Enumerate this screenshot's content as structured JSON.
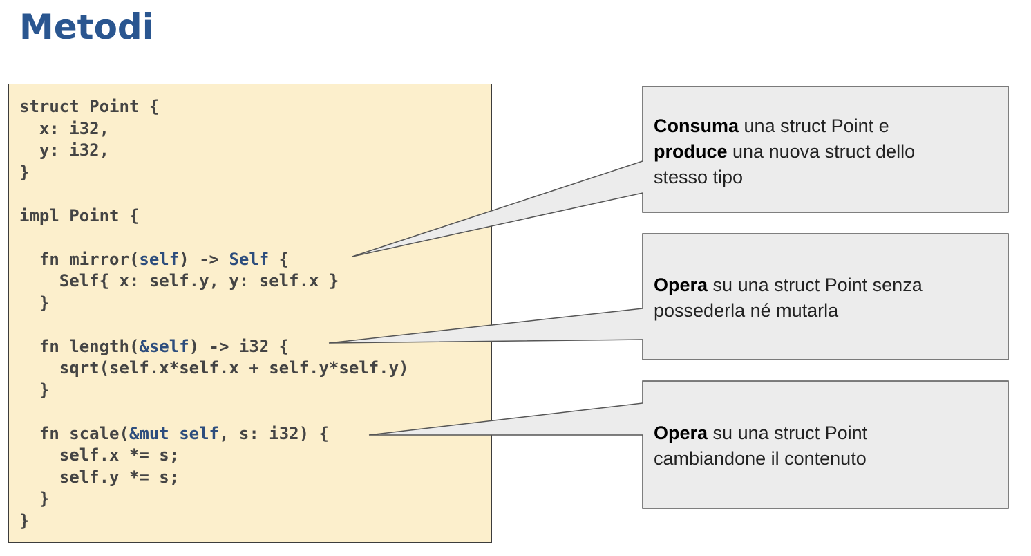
{
  "slide": {
    "title": "Metodi"
  },
  "code": {
    "lines": [
      [
        {
          "t": "struct Point {"
        }
      ],
      [
        {
          "t": "  x: i32,"
        }
      ],
      [
        {
          "t": "  y: i32,"
        }
      ],
      [
        {
          "t": "}"
        }
      ],
      [
        {
          "t": ""
        }
      ],
      [
        {
          "t": "impl Point {"
        }
      ],
      [
        {
          "t": ""
        }
      ],
      [
        {
          "t": "  fn mirror("
        },
        {
          "t": "self",
          "kw": true
        },
        {
          "t": ") -> "
        },
        {
          "t": "Self",
          "kw": true
        },
        {
          "t": " {"
        }
      ],
      [
        {
          "t": "    Self{ x: self.y, y: self.x }"
        }
      ],
      [
        {
          "t": "  }"
        }
      ],
      [
        {
          "t": ""
        }
      ],
      [
        {
          "t": "  fn length("
        },
        {
          "t": "&self",
          "kw": true
        },
        {
          "t": ") -> i32 {"
        }
      ],
      [
        {
          "t": "    sqrt(self.x*self.x + self.y*self.y)"
        }
      ],
      [
        {
          "t": "  }"
        }
      ],
      [
        {
          "t": ""
        }
      ],
      [
        {
          "t": "  fn scale("
        },
        {
          "t": "&mut self",
          "kw": true
        },
        {
          "t": ", s: i32) {"
        }
      ],
      [
        {
          "t": "    self.x *= s;"
        }
      ],
      [
        {
          "t": "    self.y *= s;"
        }
      ],
      [
        {
          "t": "  }"
        }
      ],
      [
        {
          "t": "}"
        }
      ]
    ]
  },
  "callouts": [
    {
      "bold": "Consuma",
      "l1": " una struct Point e",
      "bold2": "produce",
      "l2": " una nuova struct dello",
      "l3": "stesso tipo"
    },
    {
      "bold": "Opera",
      "l1": " su una struct Point senza",
      "l2": "possederla né mutarla"
    },
    {
      "bold": "Opera",
      "l1": " su una struct Point",
      "l2": "cambiandone il contenuto"
    }
  ],
  "colors": {
    "title": "#2a5690",
    "code_bg": "#fcefcc",
    "code_keyword": "#2d4d7d",
    "callout_bg": "#ececec",
    "callout_border": "#555555"
  }
}
